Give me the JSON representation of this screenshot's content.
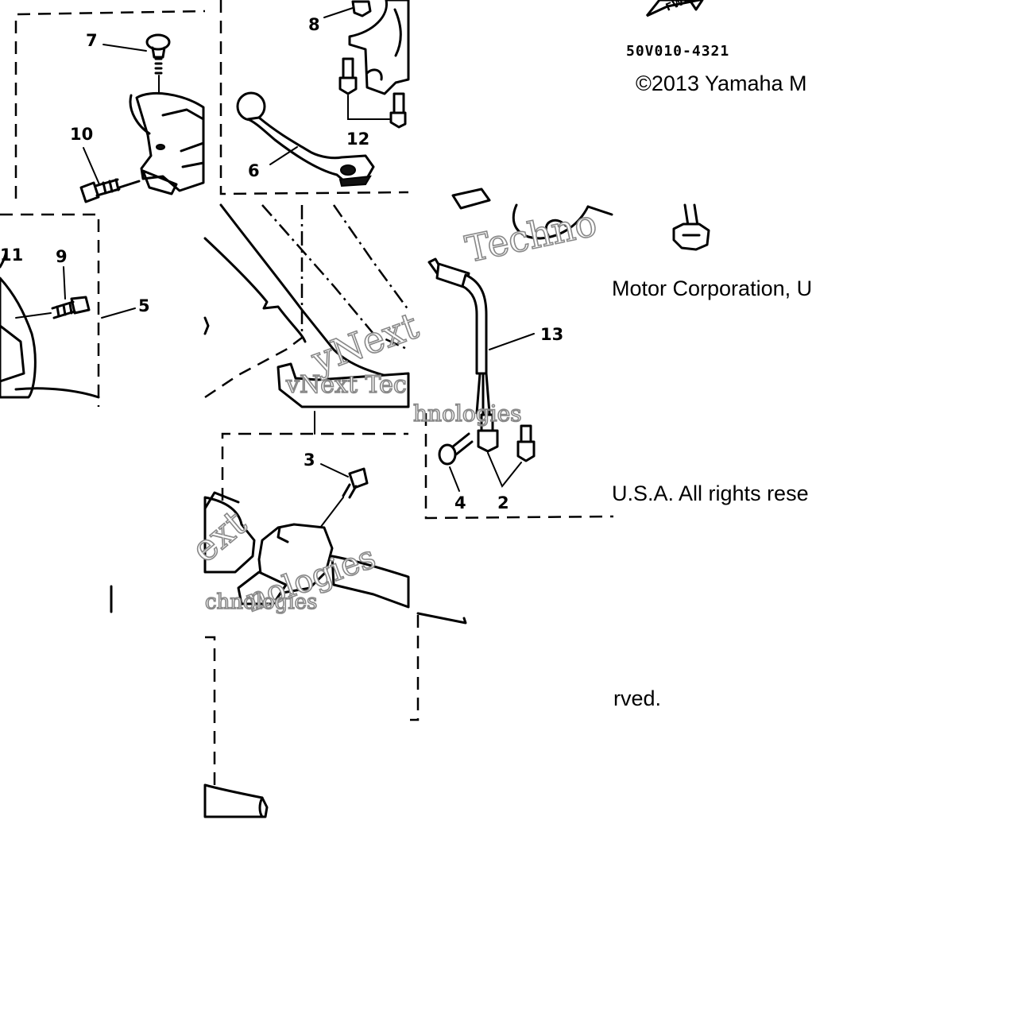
{
  "callouts": {
    "c2": "2",
    "c3": "3",
    "c4": "4",
    "c5": "5",
    "c6": "6",
    "c7": "7",
    "c8": "8",
    "c9": "9",
    "c10": "10",
    "c11": "11",
    "c12": "12",
    "c13": "13"
  },
  "drawing_code": "50V010-4321",
  "fwd_label": "FWD",
  "copyright": {
    "line1": "©2013 Yamaha M",
    "line2": "Motor Corporation, U",
    "line3": "U.S.A. All rights rese",
    "line4": "rved."
  },
  "watermarks": {
    "w1": "Techno",
    "w2": "yNext",
    "w3": "vNext Tec",
    "w4": "hnologies",
    "w5": "ext",
    "w6": "nologies",
    "w7": "chnologies"
  }
}
